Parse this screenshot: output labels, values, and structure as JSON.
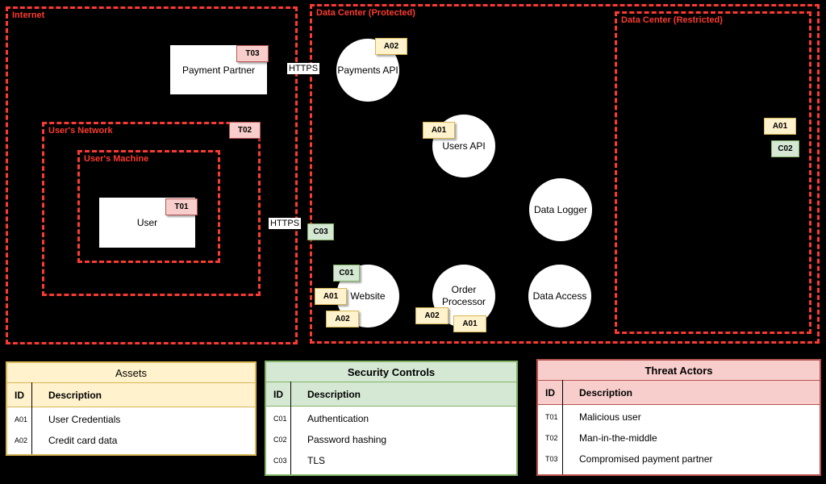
{
  "colors": {
    "background": "#000000",
    "zone_border": "#fb3a31",
    "asset_fill": "#fff2cc",
    "asset_stroke": "#d6b656",
    "control_fill": "#d5e8d4",
    "control_stroke": "#82b366",
    "threat_fill": "#f8cecc",
    "threat_stroke": "#b85450",
    "node_fill": "#ffffff"
  },
  "zones": {
    "internet": {
      "label": "Internet"
    },
    "users_network": {
      "label": "User's Network"
    },
    "users_machine": {
      "label": "User's Machine"
    },
    "dc_protected": {
      "label": "Data Center (Protected)"
    },
    "dc_restricted": {
      "label": "Data Center (Restricted)"
    }
  },
  "nodes": {
    "payment_partner": {
      "label": "Payment Partner"
    },
    "user": {
      "label": "User"
    },
    "payments_api": {
      "label": "Payments API"
    },
    "users_api": {
      "label": "Users API"
    },
    "data_logger": {
      "label": "Data Logger"
    },
    "website": {
      "label": "Website"
    },
    "order_processor": {
      "label": "Order Processor"
    },
    "data_access": {
      "label": "Data Access"
    }
  },
  "edge_labels": {
    "https_top": "HTTPS",
    "https_mid": "HTTPS"
  },
  "tags": {
    "t01": "T01",
    "t02": "T02",
    "t03": "T03",
    "a01": "A01",
    "a02": "A02",
    "c01": "C01",
    "c02": "C02",
    "c03": "C03"
  },
  "legend": {
    "assets": {
      "title": "Assets",
      "col_id": "ID",
      "col_desc": "Description",
      "rows": [
        {
          "id": "A01",
          "desc": "User Credentials"
        },
        {
          "id": "A02",
          "desc": "Credit card data"
        }
      ]
    },
    "security_controls": {
      "title": "Security Controls",
      "col_id": "ID",
      "col_desc": "Description",
      "rows": [
        {
          "id": "C01",
          "desc": "Authentication"
        },
        {
          "id": "C02",
          "desc": "Password hashing"
        },
        {
          "id": "C03",
          "desc": "TLS"
        }
      ]
    },
    "threat_actors": {
      "title": "Threat Actors",
      "col_id": "ID",
      "col_desc": "Description",
      "rows": [
        {
          "id": "T01",
          "desc": "Malicious user"
        },
        {
          "id": "T02",
          "desc": "Man-in-the-middle"
        },
        {
          "id": "T03",
          "desc": "Compromised payment partner"
        }
      ]
    }
  }
}
